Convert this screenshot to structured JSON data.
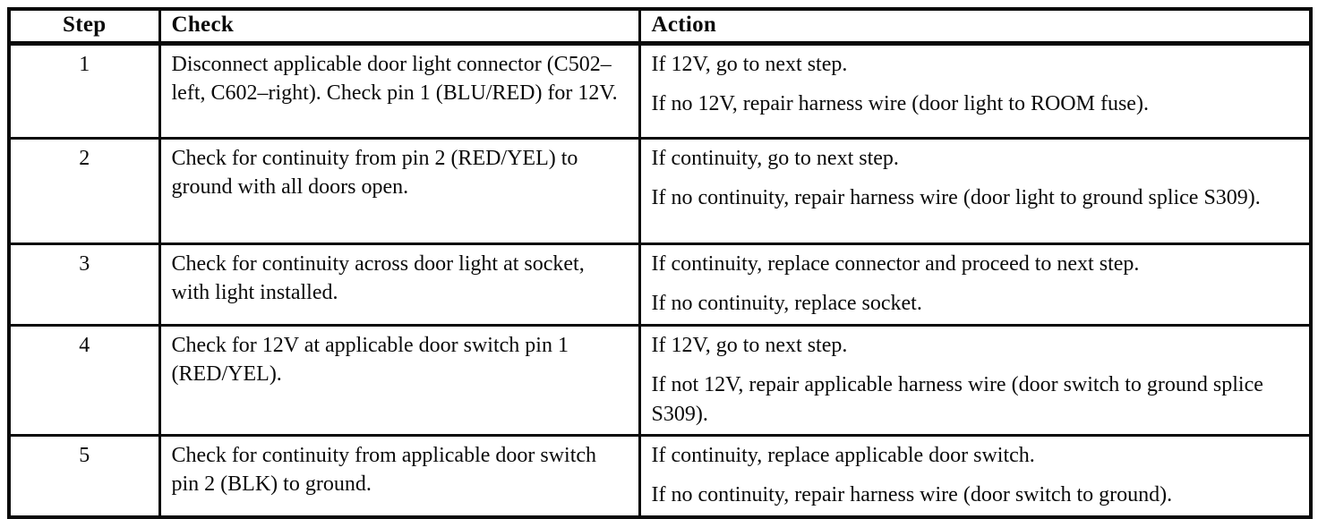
{
  "table": {
    "headers": {
      "step": "Step",
      "check": "Check",
      "action": "Action"
    },
    "rows": [
      {
        "step": "1",
        "check": "Disconnect applicable door light connector (C502–left, C602–right).  Check pin 1 (BLU/RED) for 12V.",
        "actions": [
          "If 12V, go to next step.",
          "If no 12V, repair harness wire (door light to ROOM fuse)."
        ]
      },
      {
        "step": "2",
        "check": "Check for continuity from pin 2 (RED/YEL) to ground with all doors open.",
        "actions": [
          "If continuity, go to next step.",
          "If no continuity, repair harness wire (door light to ground splice S309)."
        ]
      },
      {
        "step": "3",
        "check": "Check for continuity across door light at socket, with light installed.",
        "actions": [
          "If continuity, replace connector and proceed to next step.",
          "If no continuity, replace socket."
        ]
      },
      {
        "step": "4",
        "check": "Check for 12V at applicable door switch pin 1 (RED/YEL).",
        "actions": [
          "If 12V, go to next step.",
          "If not 12V, repair applicable harness wire (door switch to ground splice S309)."
        ]
      },
      {
        "step": "5",
        "check": "Check for continuity from applicable door switch pin 2 (BLK) to ground.",
        "actions": [
          "If continuity, replace applicable door switch.",
          "If no continuity, repair harness wire (door switch to ground)."
        ]
      }
    ]
  }
}
